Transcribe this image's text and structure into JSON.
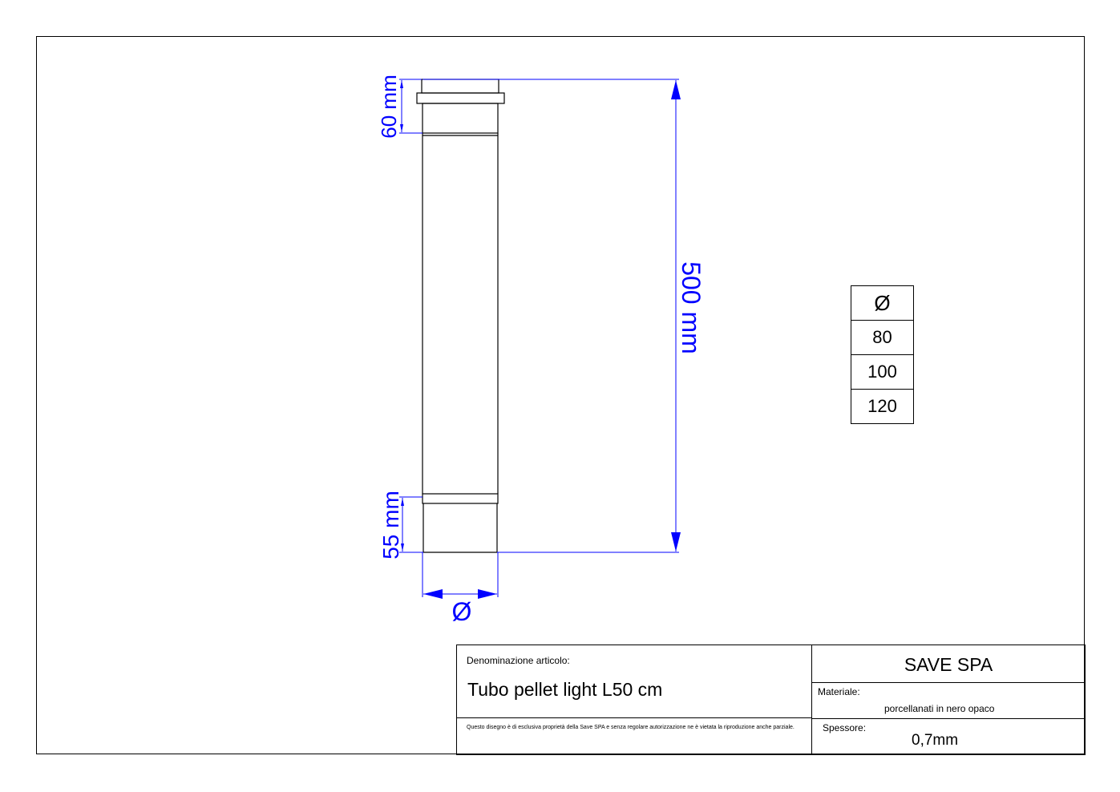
{
  "dimensions": {
    "top_collar": "60 mm",
    "length": "500 mm",
    "bottom_spigot": "55 mm",
    "diameter_symbol": "Ø"
  },
  "diameter_table": {
    "header": "Ø",
    "values": [
      "80",
      "100",
      "120"
    ]
  },
  "title_block": {
    "article_label": "Denominazione articolo:",
    "article_name": "Tubo pellet light L50 cm",
    "disclaimer": "Questo disegno è di esclusiva proprietà della Save SPA e senza regolare autorizzazione ne è vietata la riproduzione anche parziale.",
    "company": "SAVE SPA",
    "material_label": "Materiale:",
    "material_value": "porcellanati in nero opaco",
    "thickness_label": "Spessore:",
    "thickness_value": "0,7mm"
  },
  "colors": {
    "dimension": "#0000ff",
    "outline": "#000000"
  }
}
